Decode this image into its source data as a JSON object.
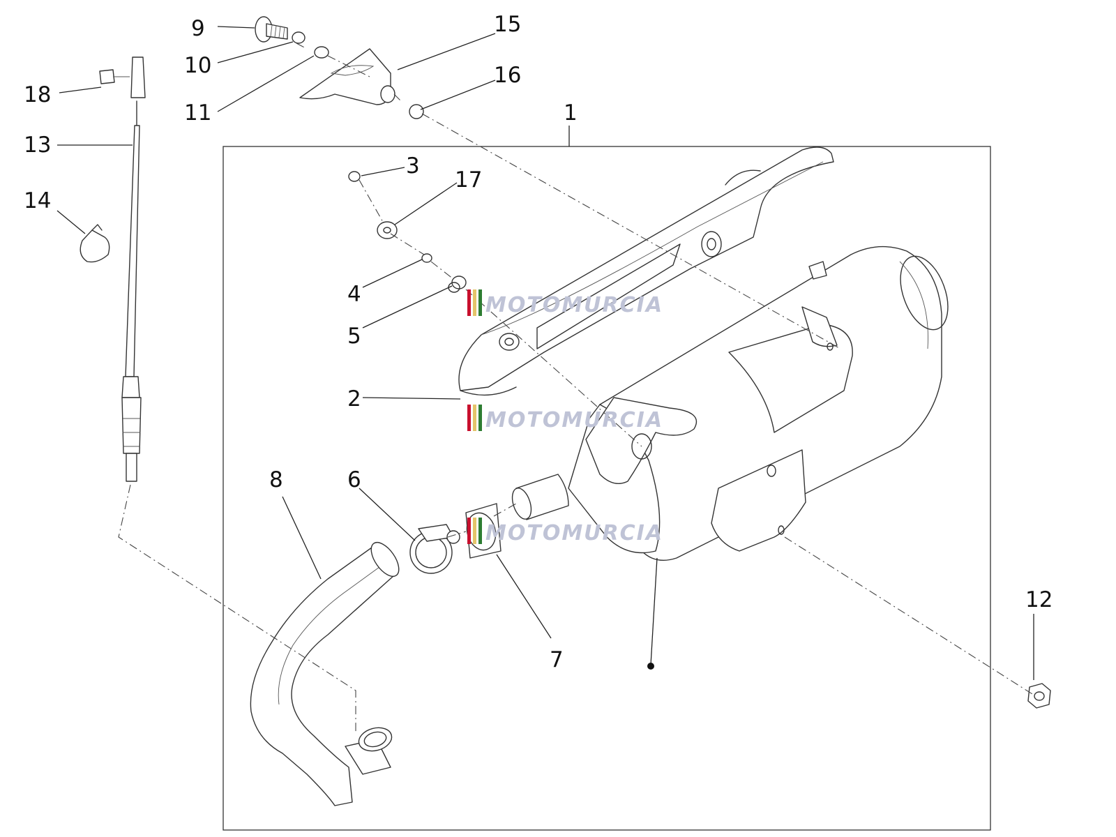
{
  "diagram": {
    "callouts": [
      {
        "id": "c1",
        "label": "1"
      },
      {
        "id": "c2",
        "label": "2"
      },
      {
        "id": "c3",
        "label": "3"
      },
      {
        "id": "c4",
        "label": "4"
      },
      {
        "id": "c5",
        "label": "5"
      },
      {
        "id": "c6",
        "label": "6"
      },
      {
        "id": "c7",
        "label": "7"
      },
      {
        "id": "c8",
        "label": "8"
      },
      {
        "id": "c9",
        "label": "9"
      },
      {
        "id": "c10",
        "label": "10"
      },
      {
        "id": "c11",
        "label": "11"
      },
      {
        "id": "c12",
        "label": "12"
      },
      {
        "id": "c13",
        "label": "13"
      },
      {
        "id": "c14",
        "label": "14"
      },
      {
        "id": "c15",
        "label": "15"
      },
      {
        "id": "c16",
        "label": "16"
      },
      {
        "id": "c17",
        "label": "17"
      },
      {
        "id": "c18",
        "label": "18"
      }
    ]
  },
  "watermark": {
    "text": "MOTOMURCIA",
    "text_color": "#bfc3d6",
    "stripe_colors": [
      "#c8102e",
      "#e4c46a",
      "#2e7d32"
    ]
  }
}
